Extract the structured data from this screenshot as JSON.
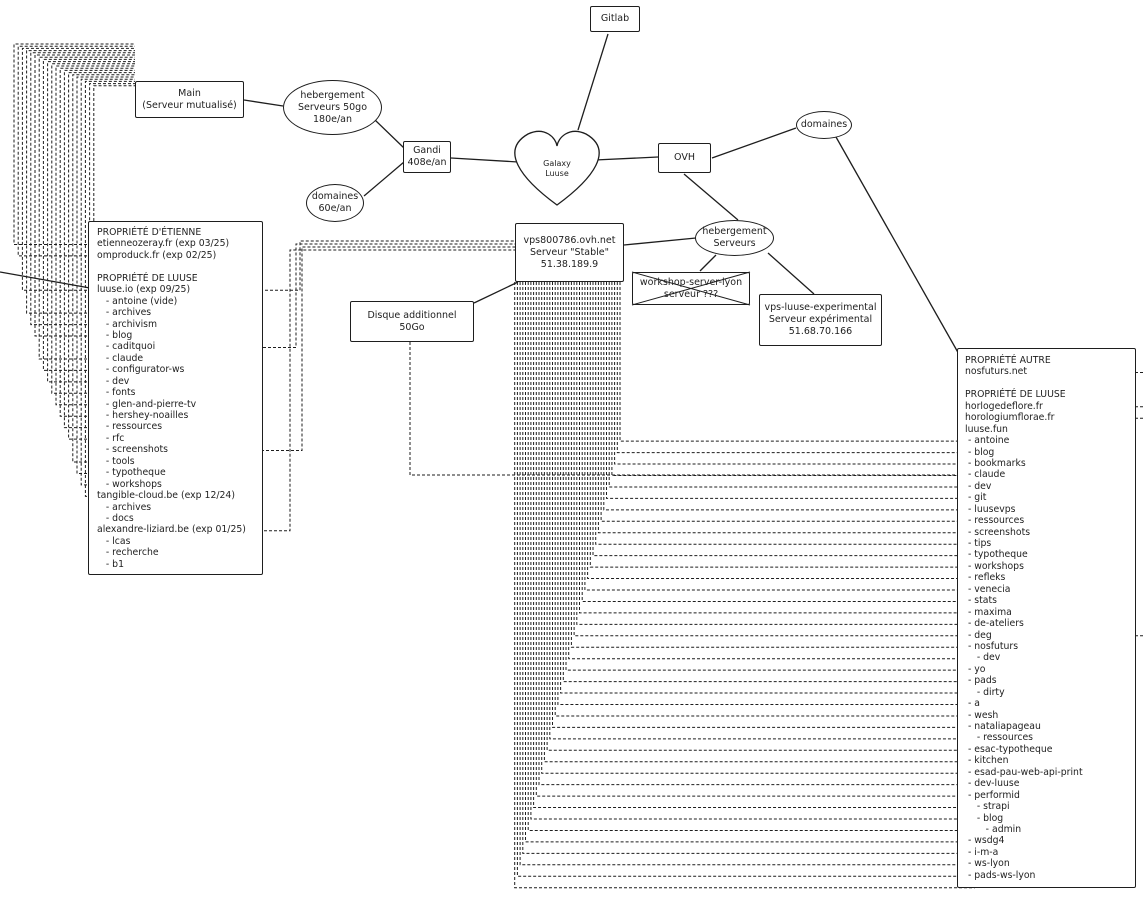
{
  "nodes": {
    "gitlab": "Gitlab",
    "main": [
      "Main",
      "(Serveur mutualisé)"
    ],
    "hebergement_gandi": [
      "hebergement",
      "Serveurs 50go",
      "180e/an"
    ],
    "gandi": [
      "Gandi",
      "408e/an"
    ],
    "domaines_gandi": [
      "domaines",
      "60e/an"
    ],
    "galaxy": [
      "Galaxy",
      "Luuse"
    ],
    "ovh": "OVH",
    "domaines_ovh": "domaines",
    "hebergement_ovh": [
      "hebergement",
      "Serveurs"
    ],
    "vps": [
      "vps800786.ovh.net",
      "Serveur \"Stable\"",
      "51.38.189.9"
    ],
    "workshop": [
      "workshop-server-lyon",
      "serveur ???"
    ],
    "vps_exp": [
      "vps-luuse-experimental",
      "Serveur expérimental",
      "51.68.70.166"
    ],
    "disque": [
      "Disque additionnel",
      "50Go"
    ]
  },
  "left_list": [
    "PROPRIÉTÉ D'ÉTIENNE",
    "etienneozeray.fr (exp 03/25)",
    "omproduck.fr (exp 02/25)",
    "",
    "PROPRIÉTÉ DE LUUSE",
    "luuse.io (exp 09/25)",
    "   - antoine (vide)",
    "   - archives",
    "   - archivism",
    "   - blog",
    "   - caditquoi",
    "   - claude",
    "   - configurator-ws",
    "   - dev",
    "   - fonts",
    "   - glen-and-pierre-tv",
    "   - hershey-noailles",
    "   - ressources",
    "   - rfc",
    "   - screenshots",
    "   - tools",
    "   - typotheque",
    "   - workshops",
    "tangible-cloud.be (exp 12/24)",
    "   - archives",
    "   - docs",
    "alexandre-liziard.be (exp 01/25)",
    "   - lcas",
    "   - recherche",
    "   - b1"
  ],
  "right_list": [
    "PROPRIÉTÉ AUTRE",
    "nosfuturs.net",
    "",
    "PROPRIÉTÉ DE LUUSE",
    "horlogedeflore.fr",
    "horologiumflorae.fr",
    "luuse.fun",
    " - antoine",
    " - blog",
    " - bookmarks",
    " - claude",
    " - dev",
    " - git",
    " - luusevps",
    " - ressources",
    " - screenshots",
    " - tips",
    " - typotheque",
    " - workshops",
    " - refleks",
    " - venecia",
    " - stats",
    " - maxima",
    " - de-ateliers",
    " - deg",
    " - nosfuturs",
    "    - dev",
    " - yo",
    " - pads",
    "    - dirty",
    " - a",
    " - wesh",
    " - nataliapageau",
    "    - ressources",
    " - esac-typotheque",
    " - kitchen",
    " - esad-pau-web-api-print",
    " - dev-luuse",
    " - performid",
    "    - strapi",
    "    - blog",
    "       - admin",
    " - wsdg4",
    " - i-m-a",
    " - ws-lyon",
    " - pads-ws-lyon"
  ]
}
